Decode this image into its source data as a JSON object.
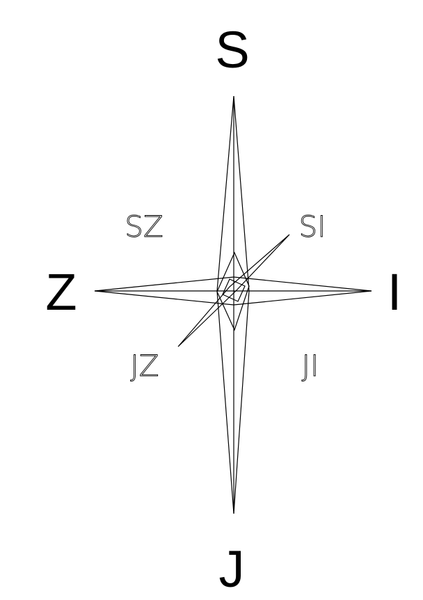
{
  "compass": {
    "cardinals": {
      "north": "S",
      "south": "J",
      "west": "Z",
      "east": "I"
    },
    "intercardinals": {
      "northwest": "SZ",
      "northeast": "SI",
      "southwest": "JZ",
      "southeast": "JI"
    }
  },
  "colors": {
    "ink": "#000000",
    "background": "#ffffff"
  }
}
